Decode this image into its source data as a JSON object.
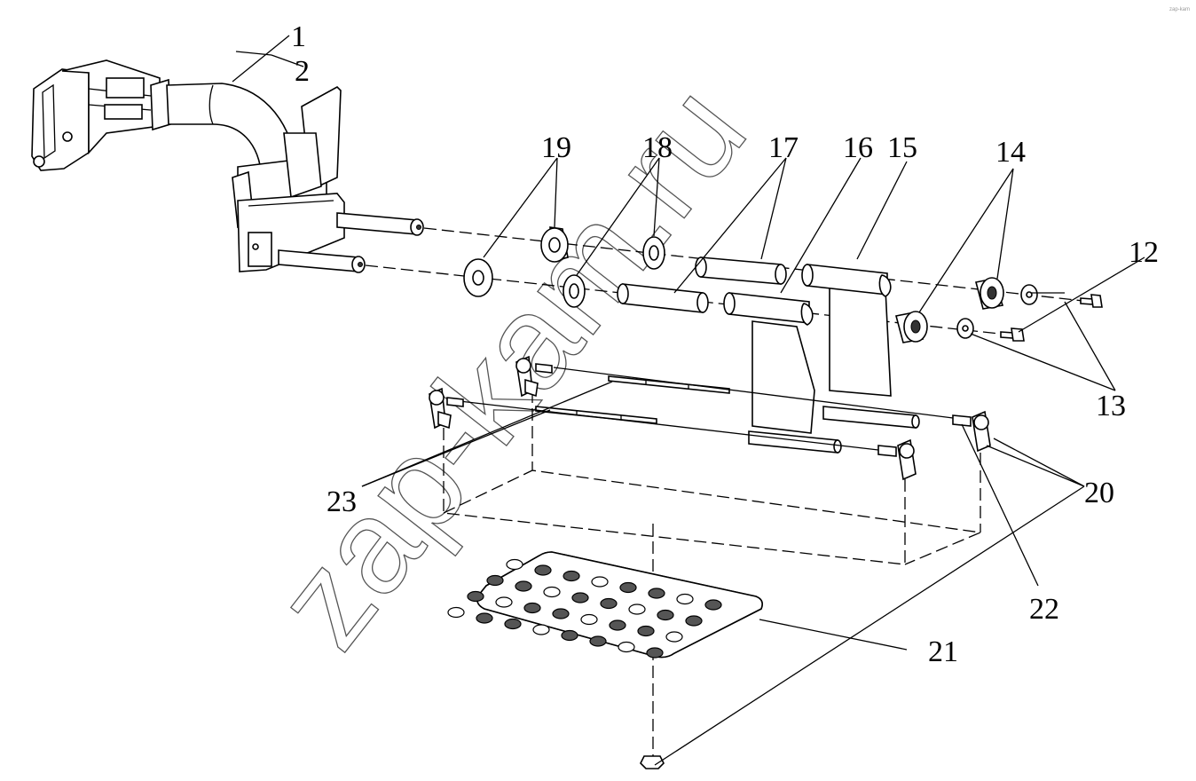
{
  "diagram": {
    "callouts": [
      {
        "id": "c1",
        "text": "1"
      },
      {
        "id": "c2",
        "text": "2"
      },
      {
        "id": "c12",
        "text": "12"
      },
      {
        "id": "c13",
        "text": "13"
      },
      {
        "id": "c14",
        "text": "14"
      },
      {
        "id": "c15",
        "text": "15"
      },
      {
        "id": "c16",
        "text": "16"
      },
      {
        "id": "c17",
        "text": "17"
      },
      {
        "id": "c18",
        "text": "18"
      },
      {
        "id": "c19",
        "text": "19"
      },
      {
        "id": "c20",
        "text": "20"
      },
      {
        "id": "c21",
        "text": "21"
      },
      {
        "id": "c22",
        "text": "22"
      },
      {
        "id": "c23",
        "text": "23"
      }
    ],
    "watermark": "zap-kam.ru",
    "corner_mark": "zap-kam"
  }
}
